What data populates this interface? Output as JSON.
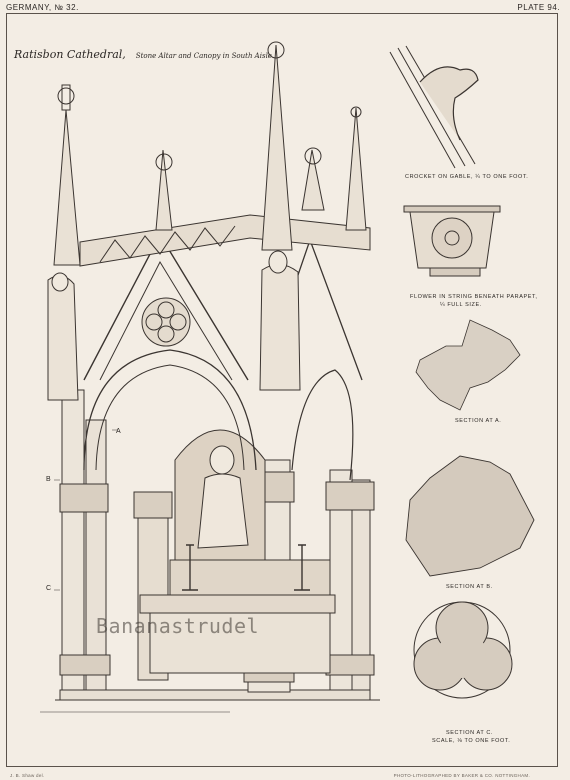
{
  "header": {
    "left": "GERMANY, № 32.",
    "right": "PLATE 94."
  },
  "title": {
    "main": "Ratisbon Cathedral,",
    "sub": "Stone Altar and Canopy in South Aisle."
  },
  "captions": {
    "crocket": "CROCKET ON GABLE, ¼ TO ONE FOOT.",
    "flower_line1": "FLOWER IN STRING BENEATH PARAPET,",
    "flower_line2": "¼ FULL SIZE.",
    "section_a": "SECTION AT A.",
    "section_b": "SECTION AT B.",
    "section_c": "SECTION AT C.",
    "scale": "SCALE, ⅛ TO ONE FOOT."
  },
  "labels": {
    "a": "A",
    "b": "B",
    "c": "C"
  },
  "watermark": "Bananastrudel",
  "footer": {
    "left": "J. B. Shaw del.",
    "right": "PHOTO-LITHOGRAPHED BY BAKER & CO. NOTTINGHAM."
  }
}
